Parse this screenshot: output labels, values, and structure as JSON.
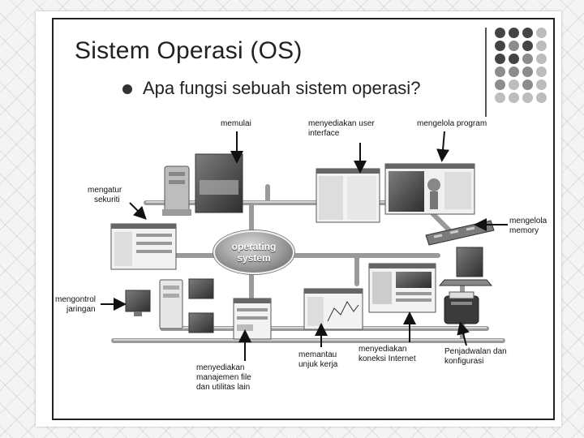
{
  "slide": {
    "title": "Sistem Operasi (OS)",
    "bullet": "Apa fungsi sebuah sistem operasi?"
  },
  "hub": {
    "line1": "operating",
    "line2": "system"
  },
  "labels": {
    "memulai": "memulai",
    "ui_line1": "menyediakan user",
    "ui_line2": "interface",
    "program": "mengelola program",
    "sec_line1": "mengatur",
    "sec_line2": "sekuriti",
    "mem_line1": "mengelola",
    "mem_line2": "memory",
    "net_line1": "mengontrol",
    "net_line2": "jaringan",
    "file_line1": "menyediakan",
    "file_line2": "manajemen file",
    "file_line3": "dan utilitas lain",
    "perf_line1": "memantau",
    "perf_line2": "unjuk kerja",
    "inet_line1": "menyediakan",
    "inet_line2": "koneksi  Internet",
    "sched_line1": "Penjadwalan dan",
    "sched_line2": "konfigurasi"
  },
  "colors": {
    "dark_dot": "#444444",
    "mid_dot": "#8c8c8c",
    "light_dot": "#bdbdbd",
    "pipe": "#9a9a9a"
  },
  "icons": [
    "computer-tower-icon",
    "monitor-icon",
    "window-icon",
    "memory-chip-icon",
    "printer-icon",
    "network-computer-icon"
  ]
}
